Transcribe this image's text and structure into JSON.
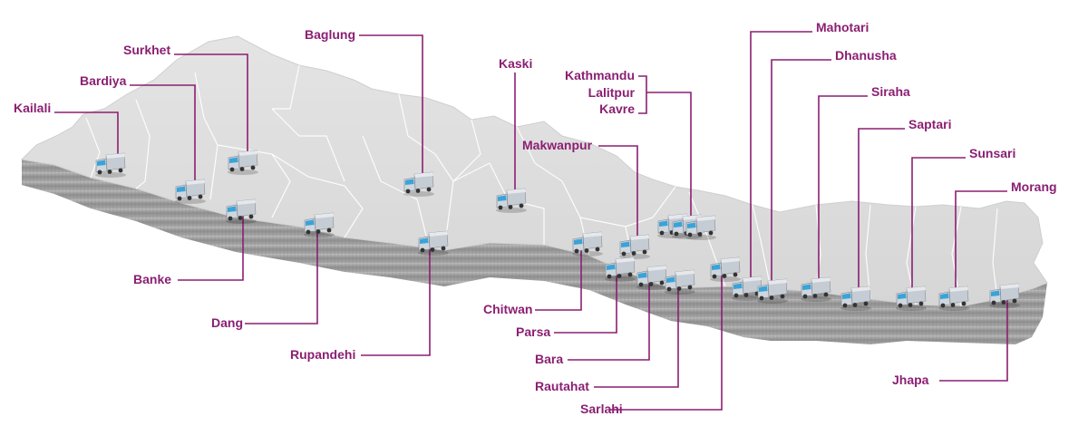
{
  "colors": {
    "label": "#8b1f72",
    "map_top": "#dcdcdc",
    "map_side": "#9a9a9a",
    "truck_cab": "#cfd6de",
    "truck_window": "#3aa3d8"
  },
  "icon": "delivery-truck-icon",
  "districts": [
    {
      "name": "Kailali",
      "label": "Kailali"
    },
    {
      "name": "Bardiya",
      "label": "Bardiya"
    },
    {
      "name": "Surkhet",
      "label": "Surkhet"
    },
    {
      "name": "Banke",
      "label": "Banke"
    },
    {
      "name": "Dang",
      "label": "Dang"
    },
    {
      "name": "Rupandehi",
      "label": "Rupandehi"
    },
    {
      "name": "Baglung",
      "label": "Baglung"
    },
    {
      "name": "Kaski",
      "label": "Kaski"
    },
    {
      "name": "Kathmandu",
      "label": "Kathmandu"
    },
    {
      "name": "Lalitpur",
      "label": "Lalitpur"
    },
    {
      "name": "Kavre",
      "label": "Kavre"
    },
    {
      "name": "Makwanpur",
      "label": "Makwanpur"
    },
    {
      "name": "Chitwan",
      "label": "Chitwan"
    },
    {
      "name": "Parsa",
      "label": "Parsa"
    },
    {
      "name": "Bara",
      "label": "Bara"
    },
    {
      "name": "Rautahat",
      "label": "Rautahat"
    },
    {
      "name": "Sarlahi",
      "label": "Sarlahi"
    },
    {
      "name": "Mahotari",
      "label": "Mahotari"
    },
    {
      "name": "Dhanusha",
      "label": "Dhanusha"
    },
    {
      "name": "Siraha",
      "label": "Siraha"
    },
    {
      "name": "Saptari",
      "label": "Saptari"
    },
    {
      "name": "Sunsari",
      "label": "Sunsari"
    },
    {
      "name": "Morang",
      "label": "Morang"
    },
    {
      "name": "Jhapa",
      "label": "Jhapa"
    }
  ]
}
